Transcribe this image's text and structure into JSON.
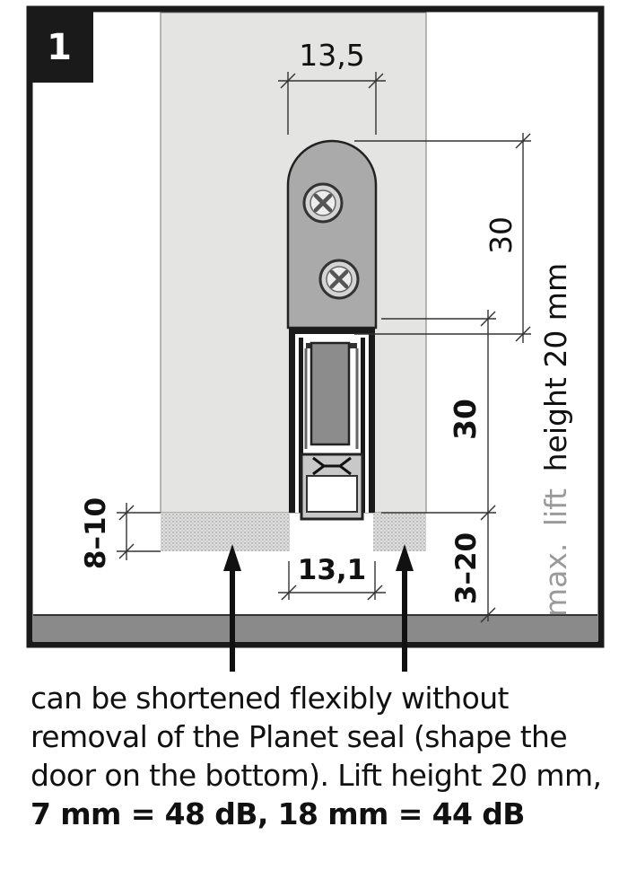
{
  "figure": {
    "number": "1",
    "dimensions": {
      "top_width": "13,5",
      "mount_height": "30",
      "seal_height": "30",
      "base_width": "13,1",
      "door_gap": "8–10",
      "floor_gap": "3–20"
    },
    "vertical_label": {
      "prefix": "max.",
      "highlight": "lift",
      "suffix": "height 20 mm"
    }
  },
  "caption": {
    "line1": "can be shortened flexibly without",
    "line2": "removal of the Planet seal (shape the",
    "line3": "door on the bottom). Lift height 20 mm,",
    "line4": "7 mm = 48 dB, 18 mm = 44 dB"
  },
  "colors": {
    "frame": "#1a1a1a",
    "door": "#e4e4e2",
    "floor": "#8a8a8a",
    "plate": "#aaaaaa",
    "seal_body": "#8c8c8c",
    "label_grey": "#9a9a9a"
  }
}
